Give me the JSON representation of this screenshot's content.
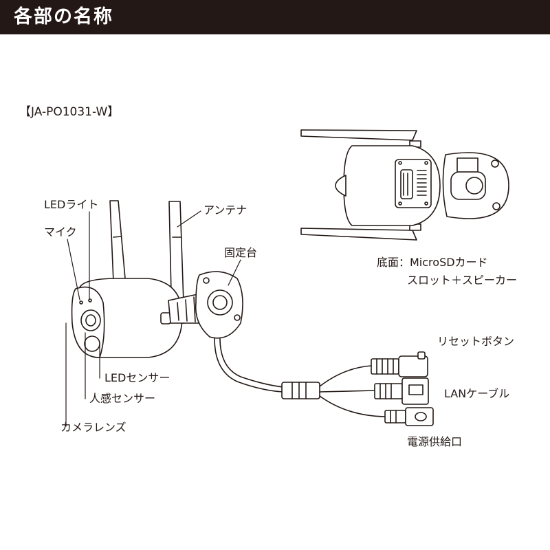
{
  "header": {
    "title": "各部の名称",
    "background": "#231815",
    "text_color": "#ffffff"
  },
  "model": {
    "label": "【JA-PO1031-W】"
  },
  "labels": {
    "led_light": "LEDライト",
    "mic": "マイク",
    "antenna": "アンテナ",
    "mount": "固定台",
    "bottom_line1": "底面：MicroSDカード",
    "bottom_line2": "スロット＋スピーカー",
    "reset_button": "リセットボタン",
    "led_sensor": "LEDセンサー",
    "lan_cable": "LANケーブル",
    "motion_sensor": "人感センサー",
    "camera_lens": "カメラレンズ",
    "power_port": "電源供給口"
  },
  "colors": {
    "line": "#231815",
    "fill": "#ffffff"
  }
}
